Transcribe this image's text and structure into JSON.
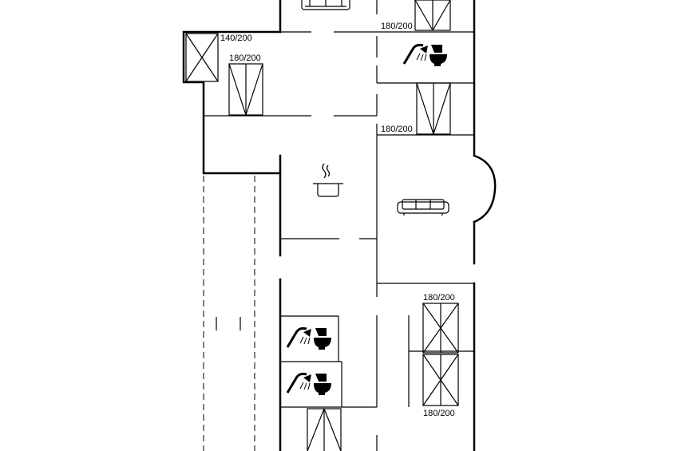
{
  "labels": {
    "bed_top_right": "180/200",
    "bed_small_left": "140/200",
    "bed_left": "180/200",
    "bed_mid_right": "180/200",
    "bed_lower_right_top": "180/200",
    "bed_lower_right_bottom": "180/200"
  },
  "icons": {
    "sofa": "sofa-icon",
    "cooking_pot": "cooking-pot-icon",
    "shower": "shower-icon",
    "toilet": "toilet-icon",
    "bed": "bed-icon"
  }
}
